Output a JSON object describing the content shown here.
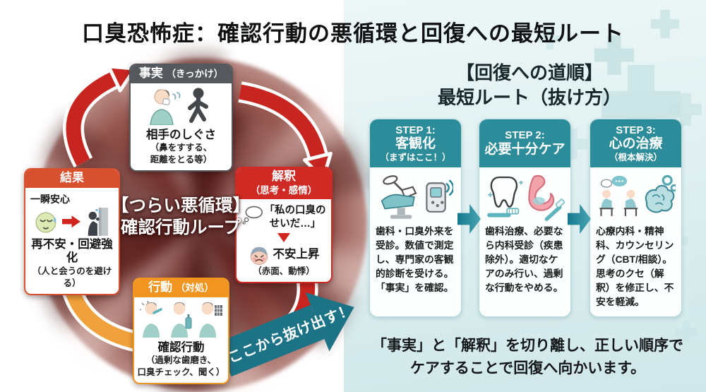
{
  "title": "口臭恐怖症：確認行動の悪循環と回復への最短ルート",
  "cycle": {
    "center_line1": "【つらい悪循環】",
    "center_line2": "確認行動ループ",
    "escape_label": "ここから抜け出す！",
    "fact": {
      "header_main": "事実",
      "header_sub": "（きっかけ）",
      "title": "相手のしぐさ",
      "sub1": "（鼻をすする、",
      "sub2": "距離をとる等）"
    },
    "interpretation": {
      "header_main": "解釈",
      "header_sub": "（思考・感情）",
      "thought1": "「私の口臭の",
      "thought2": "せいだ…」",
      "title": "不安上昇",
      "sub": "（赤面、動悸）"
    },
    "action": {
      "header_main": "行動",
      "header_sub": "（対処）",
      "title": "確認行動",
      "sub1": "（過剰な歯磨き、",
      "sub2": "口臭チェック、聞く）"
    },
    "result": {
      "header_main": "結果",
      "moment": "一瞬安心",
      "title": "再不安・回避強化",
      "sub": "（人と会うのを避ける）"
    }
  },
  "recovery": {
    "heading_line1": "【回復への道順】",
    "heading_line2": "最短ルート（抜け方）",
    "steps": [
      {
        "step": "STEP 1:",
        "name": "客観化",
        "note": "（まずはここ！）",
        "body": "歯科・口臭外来を受診。数値で測定し、専門家の客観的診断を受ける。「事実」を確認。"
      },
      {
        "step": "STEP 2:",
        "name": "必要十分ケア",
        "note": "",
        "body": "歯科治療、必要なら内科受診（疾患除外）。適切なケアのみ行い、過剰な行動をやめる。"
      },
      {
        "step": "STEP 3:",
        "name": "心の治療",
        "note": "（根本解決）",
        "body": "心療内科・精神科、カウンセリング（CBT/相談）。思考のクセ（解釈）を修正し、不安を軽減。"
      }
    ],
    "footer_line1": "「事実」と「解釈」を切り離し、正しい順序で",
    "footer_line2": "ケアすることで回復へ向かいます。"
  },
  "colors": {
    "step_header_teal": "#2c8c99",
    "escape_arrow_teal": "#1d7386",
    "cycle_red": "#c92520",
    "cycle_orange": "#f0a13b",
    "fact_header_gray": "#55585c",
    "interpretation_header_red": "#cf2a24",
    "action_header_orange": "#f0951f",
    "result_header_red": "#d8512e",
    "panel_background": "#e0f0f1"
  }
}
